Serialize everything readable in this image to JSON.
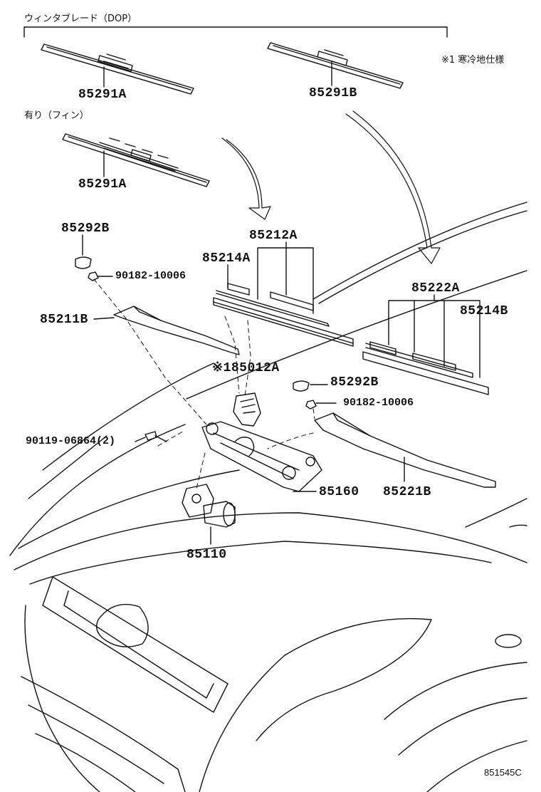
{
  "header": {
    "group_label": "ウィンタブレード（DOP）",
    "fin_note": "有り（フィン）",
    "cold_note": "※1 寒冷地仕様"
  },
  "parts": {
    "blade_a_top": "85291A",
    "blade_b_top": "85291B",
    "blade_a_fin": "85291A",
    "cap_left": "85292B",
    "nut_left": "90182-10006",
    "arm_left": "85211B",
    "blade_left": "85212A",
    "rubber_left": "85214A",
    "blade_right": "85222A",
    "rubber_right": "85214B",
    "heater": "※185012A",
    "cap_right": "85292B",
    "nut_right": "90182-10006",
    "bolt_left": "90119-06864(2)",
    "arm_right": "85221B",
    "link": "85160",
    "motor": "85110"
  },
  "footer": {
    "diagram_code": "851545C"
  }
}
